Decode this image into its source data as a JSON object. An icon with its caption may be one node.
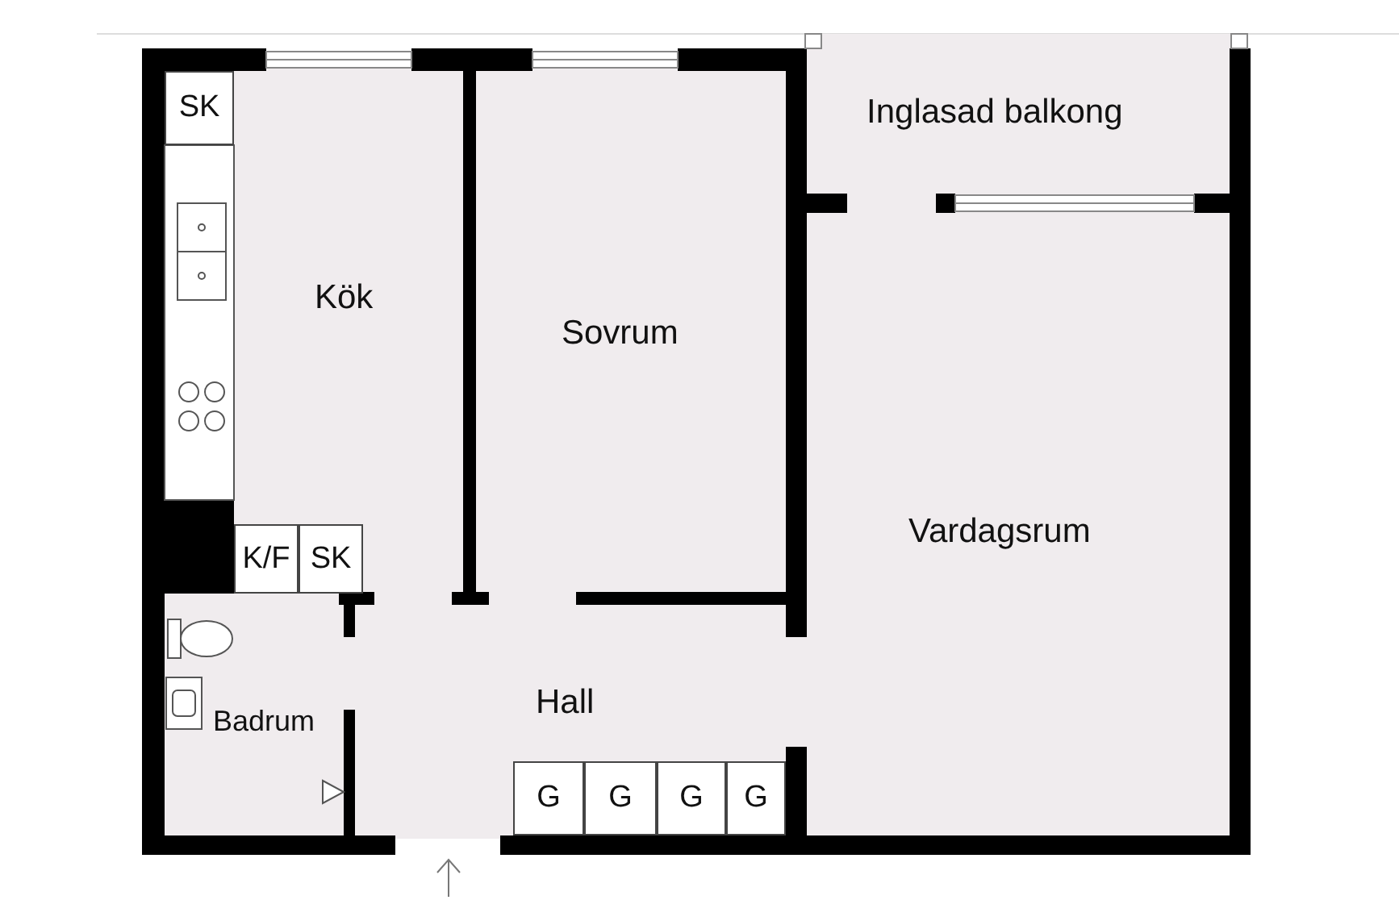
{
  "diagram": {
    "nodes": [
      {
        "text": [
          "SK"
        ]
      },
      {
        "text": [
          "K/F"
        ]
      },
      {
        "text": [
          "SK"
        ]
      },
      {
        "text": [
          "G"
        ]
      },
      {
        "text": [
          "G"
        ]
      },
      {
        "text": [
          "G"
        ]
      },
      {
        "text": [
          "G"
        ]
      }
    ],
    "labels": [
      "Inglasad balkong",
      "Kök",
      "Sovrum",
      "Vardagsrum",
      "Hall",
      "Badrum"
    ]
  }
}
